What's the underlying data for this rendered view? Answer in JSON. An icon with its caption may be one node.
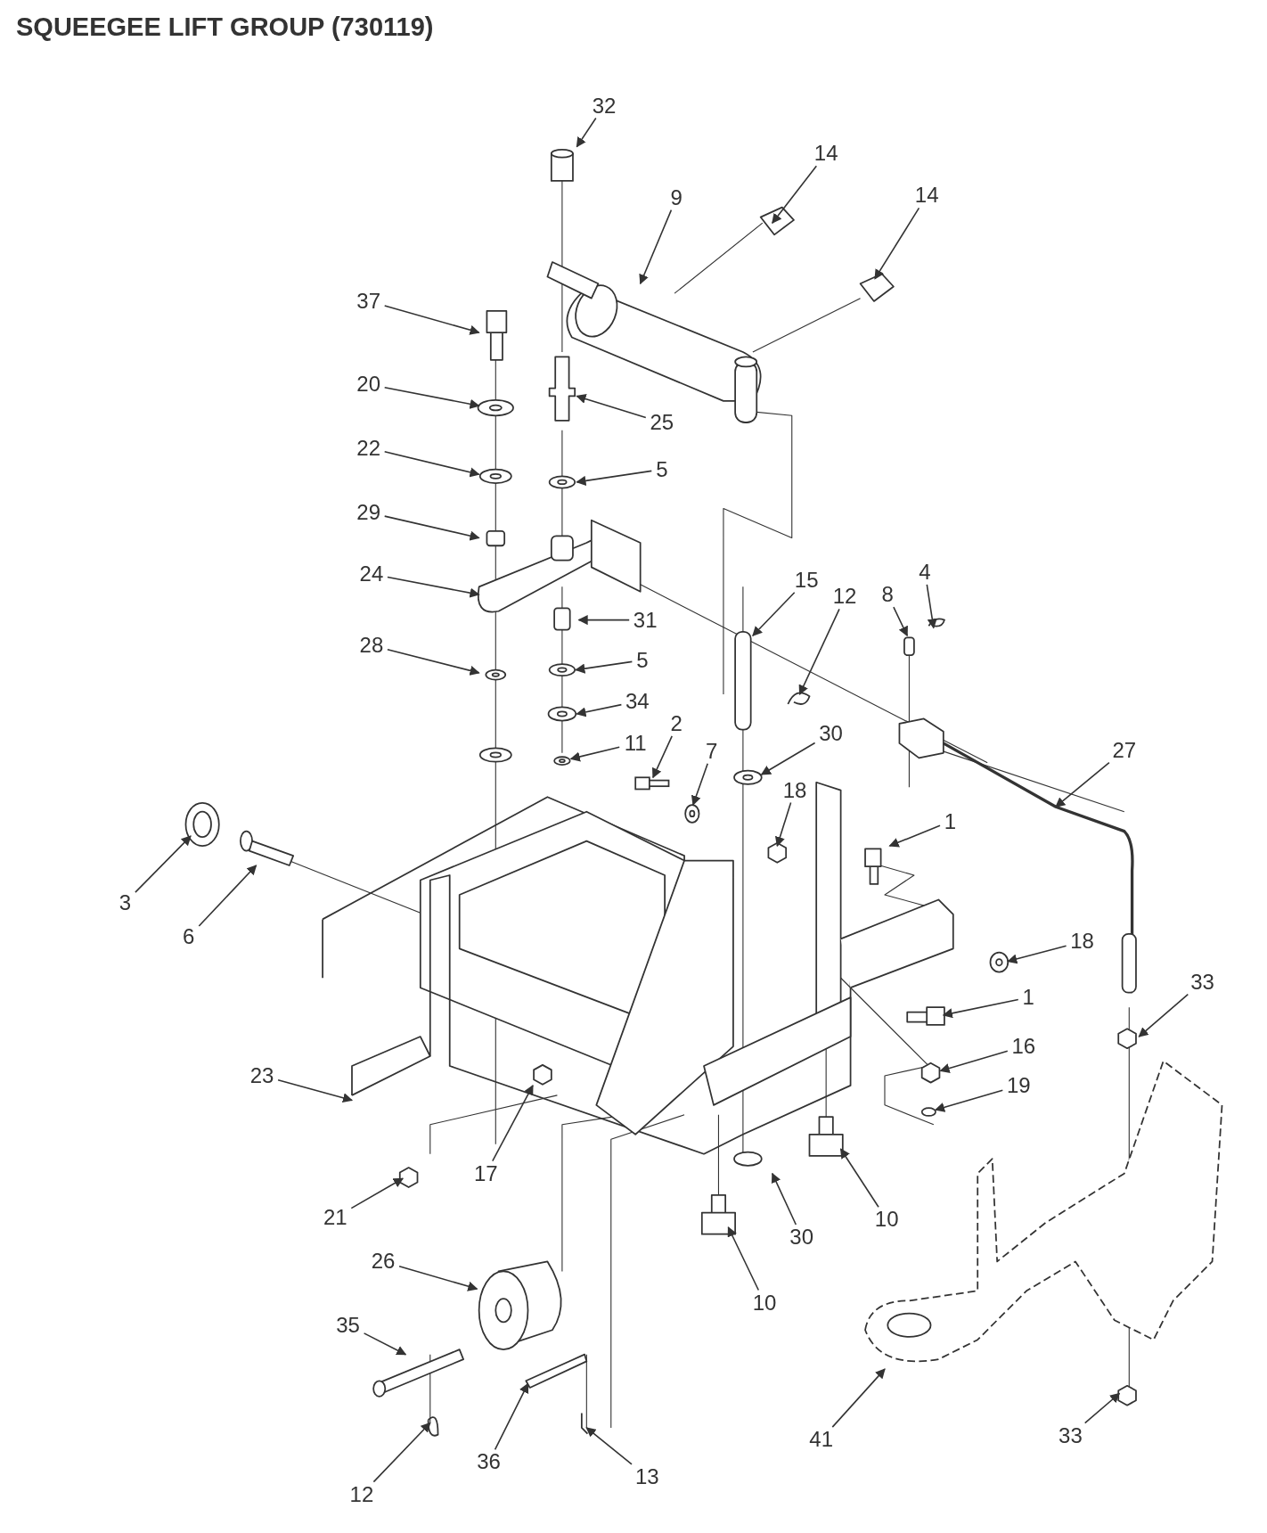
{
  "diagram": {
    "title": "SQUEEGEE LIFT GROUP (730119)",
    "nodes": [
      {
        "text": [
          "32"
        ]
      },
      {
        "text": [
          "14"
        ]
      },
      {
        "text": [
          "9"
        ]
      },
      {
        "text": [
          "14"
        ]
      },
      {
        "text": [
          "37"
        ]
      },
      {
        "text": [
          "20"
        ]
      },
      {
        "text": [
          "25"
        ]
      },
      {
        "text": [
          "22"
        ]
      },
      {
        "text": [
          "5"
        ]
      },
      {
        "text": [
          "29"
        ]
      },
      {
        "text": [
          "24"
        ]
      },
      {
        "text": [
          "15"
        ]
      },
      {
        "text": [
          "12"
        ]
      },
      {
        "text": [
          "8"
        ]
      },
      {
        "text": [
          "4"
        ]
      },
      {
        "text": [
          "31"
        ]
      },
      {
        "text": [
          "28"
        ]
      },
      {
        "text": [
          "5"
        ]
      },
      {
        "text": [
          "34"
        ]
      },
      {
        "text": [
          "2"
        ]
      },
      {
        "text": [
          "11"
        ]
      },
      {
        "text": [
          "7"
        ]
      },
      {
        "text": [
          "30"
        ]
      },
      {
        "text": [
          "27"
        ]
      },
      {
        "text": [
          "18"
        ]
      },
      {
        "text": [
          "1"
        ]
      },
      {
        "text": [
          "3"
        ]
      },
      {
        "text": [
          "6"
        ]
      },
      {
        "text": [
          "18"
        ]
      },
      {
        "text": [
          "1"
        ]
      },
      {
        "text": [
          "33"
        ]
      },
      {
        "text": [
          "16"
        ]
      },
      {
        "text": [
          "19"
        ]
      },
      {
        "text": [
          "23"
        ]
      },
      {
        "text": [
          "17"
        ]
      },
      {
        "text": [
          "21"
        ]
      },
      {
        "text": [
          "30"
        ]
      },
      {
        "text": [
          "10"
        ]
      },
      {
        "text": [
          "26"
        ]
      },
      {
        "text": [
          "10"
        ]
      },
      {
        "text": [
          "35"
        ]
      },
      {
        "text": [
          "41"
        ]
      },
      {
        "text": [
          "33"
        ]
      },
      {
        "text": [
          "12"
        ]
      },
      {
        "text": [
          "36"
        ]
      },
      {
        "text": [
          "13"
        ]
      },
      {
        "text": [],
        "shape": "picture"
      },
      {
        "text": [],
        "shape": "picture"
      },
      {
        "text": [],
        "shape": "circle"
      },
      {
        "text": [],
        "shape": "box"
      },
      {
        "text": [],
        "shape": "circle"
      },
      {
        "text": [],
        "shape": "circle"
      },
      {
        "text": [],
        "shape": "circle"
      },
      {
        "text": [],
        "shape": "circle"
      },
      {
        "text": [],
        "shape": "circle"
      }
    ],
    "edges": [
      {
        "from": 0,
        "to": null,
        "arrow": "to"
      },
      {
        "from": 1,
        "to": null,
        "arrow": "to"
      },
      {
        "from": 2,
        "to": null,
        "arrow": "to"
      },
      {
        "from": 3,
        "to": null,
        "arrow": "to"
      },
      {
        "from": 4,
        "to": null,
        "arrow": "to"
      },
      {
        "from": 5,
        "to": null,
        "arrow": "to"
      },
      {
        "from": 6,
        "to": null,
        "arrow": "to"
      },
      {
        "from": 7,
        "to": null,
        "arrow": "to"
      },
      {
        "from": 8,
        "to": null,
        "arrow": "to"
      },
      {
        "from": 9,
        "to": null,
        "arrow": "to"
      },
      {
        "from": 10,
        "to": null,
        "arrow": "to"
      },
      {
        "from": 11,
        "to": null,
        "arrow": "to"
      },
      {
        "from": 12,
        "to": 46,
        "arrow": "to"
      },
      {
        "from": 13,
        "to": null,
        "arrow": "to"
      },
      {
        "from": 14,
        "to": 47,
        "arrow": "to"
      },
      {
        "from": 15,
        "to": null,
        "arrow": "to"
      },
      {
        "from": 16,
        "to": null,
        "arrow": "to"
      },
      {
        "from": 17,
        "to": 48,
        "arrow": "to"
      },
      {
        "from": 18,
        "to": 52,
        "arrow": "to"
      },
      {
        "from": 19,
        "to": 49,
        "arrow": "to"
      },
      {
        "from": 20,
        "to": 54,
        "arrow": "to"
      },
      {
        "from": 21,
        "to": 53,
        "arrow": "to"
      },
      {
        "from": 22,
        "to": 50,
        "arrow": "to"
      },
      {
        "from": 23,
        "to": null,
        "arrow": "to"
      },
      {
        "from": 24,
        "to": null,
        "arrow": "to"
      },
      {
        "from": 25,
        "to": null,
        "arrow": "to"
      },
      {
        "from": 26,
        "to": null,
        "arrow": "to"
      },
      {
        "from": 27,
        "to": null,
        "arrow": "to"
      },
      {
        "from": 28,
        "to": 51,
        "arrow": "to"
      },
      {
        "from": 29,
        "to": null,
        "arrow": "to"
      },
      {
        "from": 30,
        "to": null,
        "arrow": "to"
      },
      {
        "from": 31,
        "to": null,
        "arrow": "to"
      },
      {
        "from": 32,
        "to": null,
        "arrow": "to"
      },
      {
        "from": 33,
        "to": null,
        "arrow": "to"
      },
      {
        "from": 34,
        "to": null,
        "arrow": "to"
      },
      {
        "from": 35,
        "to": null,
        "arrow": "to"
      },
      {
        "from": 36,
        "to": null,
        "arrow": "to"
      },
      {
        "from": 37,
        "to": null,
        "arrow": "to"
      },
      {
        "from": 38,
        "to": null,
        "arrow": "to"
      },
      {
        "from": 39,
        "to": null,
        "arrow": "to"
      },
      {
        "from": 40,
        "to": null,
        "arrow": "to"
      },
      {
        "from": 41,
        "to": null,
        "arrow": "to"
      },
      {
        "from": 42,
        "to": null,
        "arrow": "to"
      },
      {
        "from": 43,
        "to": null,
        "arrow": "to"
      },
      {
        "from": 44,
        "to": null,
        "arrow": "to"
      },
      {
        "from": 45,
        "to": null,
        "arrow": "to"
      }
    ]
  }
}
